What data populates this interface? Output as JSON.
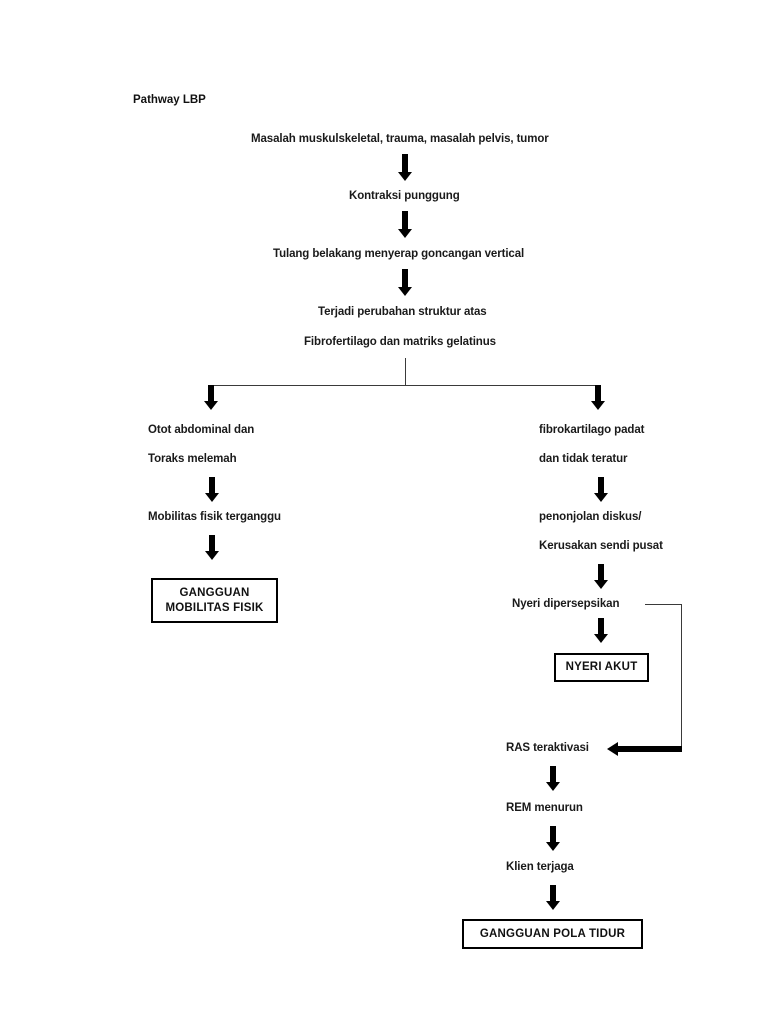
{
  "document": {
    "title": "Pathway LBP"
  },
  "flow": {
    "trunk": [
      {
        "id": "cause",
        "text": "Masalah muskulskeletal, trauma, masalah pelvis, tumor"
      },
      {
        "id": "kontraksi",
        "text": "Kontraksi punggung"
      },
      {
        "id": "tulang",
        "text": "Tulang belakang menyerap goncangan vertical"
      },
      {
        "id": "perubahan-1",
        "text": "Terjadi perubahan struktur atas"
      },
      {
        "id": "perubahan-2",
        "text": "Fibrofertilago dan matriks gelatinus"
      }
    ],
    "left_branch": [
      {
        "id": "otot-1",
        "text": "Otot abdominal dan"
      },
      {
        "id": "otot-2",
        "text": "Toraks melemah"
      },
      {
        "id": "mobilitas",
        "text": "Mobilitas fisik terganggu"
      }
    ],
    "right_branch": [
      {
        "id": "fibro-1",
        "text": "fibrokartilago padat"
      },
      {
        "id": "fibro-2",
        "text": "dan tidak teratur"
      },
      {
        "id": "diskus-1",
        "text": "penonjolan diskus/"
      },
      {
        "id": "diskus-2",
        "text": "Kerusakan sendi pusat"
      },
      {
        "id": "nyeri",
        "text": "Nyeri dipersepsikan"
      }
    ],
    "lower_chain": [
      {
        "id": "ras",
        "text": "RAS teraktivasi"
      },
      {
        "id": "rem",
        "text": "REM menurun"
      },
      {
        "id": "klien",
        "text": "Klien terjaga"
      }
    ],
    "diagnosis_boxes": [
      {
        "id": "gangguan-mobilitas",
        "lines": [
          "GANGGUAN",
          "MOBILITAS FISIK"
        ]
      },
      {
        "id": "nyeri-akut",
        "lines": [
          "NYERI AKUT"
        ]
      },
      {
        "id": "gangguan-tidur",
        "lines": [
          "GANGGUAN POLA TIDUR"
        ]
      }
    ]
  },
  "colors": {
    "ink": "#000000",
    "text": "#1a1a1a",
    "background": "#ffffff"
  }
}
